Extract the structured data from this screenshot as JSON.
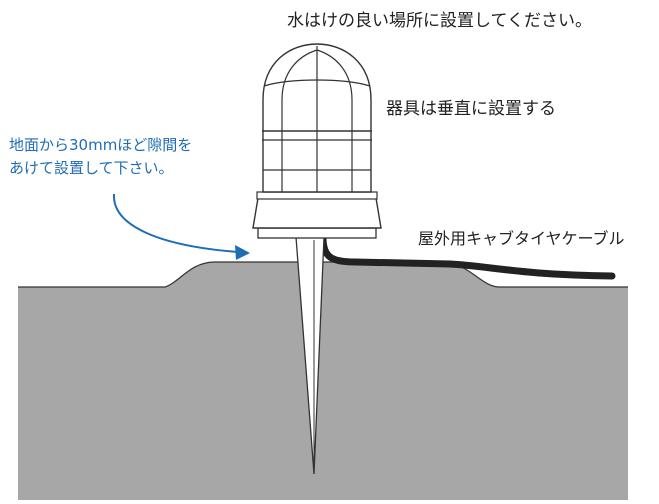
{
  "labels": {
    "drainage_note": "水はけの良い場所に設置してください。",
    "vertical_note": "器具は垂直に設置する",
    "gap_note_line1": "地面から30mmほど隙間を",
    "gap_note_line2": "あけて設置して下さい。",
    "cable_label": "屋外用キャブタイヤケーブル"
  },
  "colors": {
    "ground": "#a7a7a8",
    "outline": "#333333",
    "cable": "#222222",
    "blue_note": "#1f6db5",
    "lamp_fill": "#ffffff"
  },
  "icons": {
    "arrow": "curved-arrow-icon"
  }
}
